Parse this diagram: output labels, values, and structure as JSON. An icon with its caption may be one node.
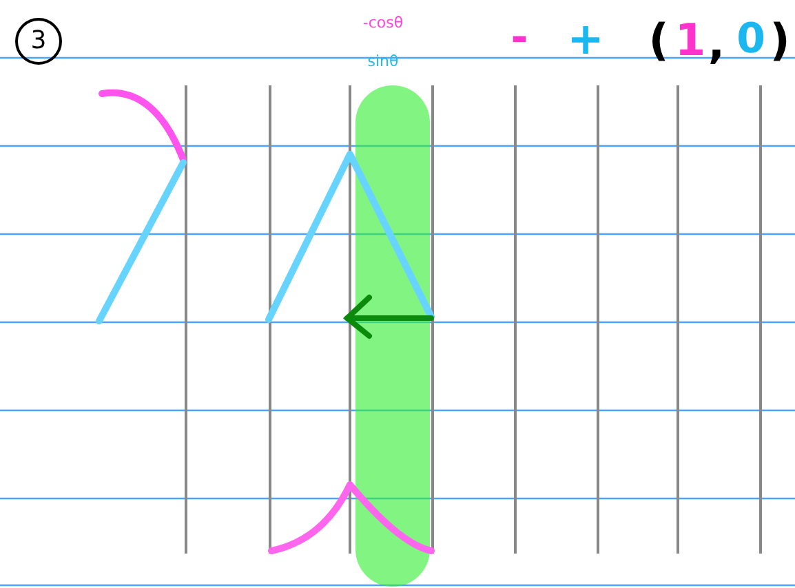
{
  "diagram": {
    "labels": [
      "3",
      "-cosθ",
      "sinθ",
      "-",
      "+",
      "(",
      "1",
      ",",
      "0",
      ")"
    ]
  }
}
